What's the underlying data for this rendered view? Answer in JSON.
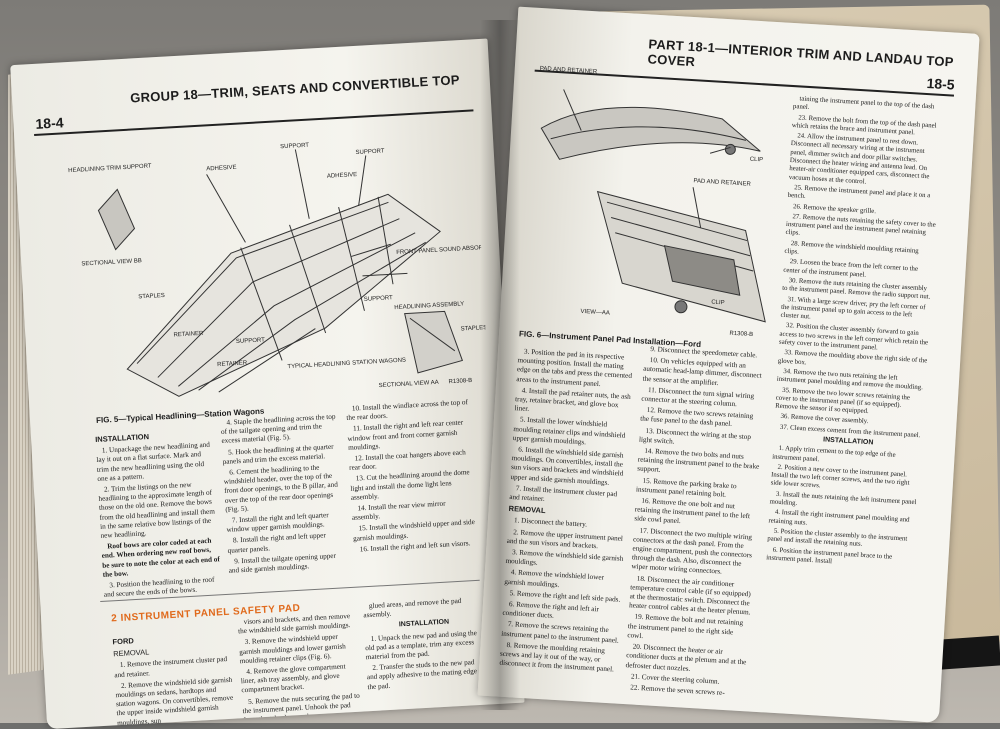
{
  "left_page": {
    "header": "GROUP 18—TRIM, SEATS AND CONVERTIBLE TOP",
    "page_number": "18-4",
    "figure": {
      "labels": [
        "HEADLINING TRIM SUPPORT",
        "ADHESIVE",
        "SUPPORT",
        "SUPPORT",
        "ADHESIVE",
        "SECTIONAL VIEW BB",
        "STAPLES",
        "RETAINER",
        "SUPPORT",
        "RETAINER",
        "FRONT PANEL SOUND ABSORBER",
        "SUPPORT",
        "HEADLINING ASSEMBLY",
        "STAPLES",
        "TYPICAL HEADLINING STATION WAGONS",
        "SECTIONAL VIEW AA",
        "R1308-B"
      ],
      "caption": "FIG. 5—Typical Headlining—Station Wagons"
    },
    "columns": [
      {
        "heading": "INSTALLATION",
        "paragraphs": [
          "1. Unpackage the new headlining and lay it out on a flat surface. Mark and trim the new headlining using the old one as a pattern.",
          "2. Trim the listings on the new headlining to the approximate length of those on the old one. Remove the bows from the old headlining and install them in the same relative bow listings of the new headlining.",
          "Roof bows are color coded at each end. When ordering new roof bows, be sure to note the color at each end of the bow.",
          "3. Position the headlining to the roof and secure the ends of the bows."
        ]
      },
      {
        "paragraphs": [
          "4. Staple the headlining across the top of the tailgate opening and trim the excess material (Fig. 5).",
          "5. Hook the headlining at the quarter panels and trim the excess material.",
          "6. Cement the headlining to the windshield header, over the top of the front door openings, to the B pillar, and over the top of the rear door openings (Fig. 5).",
          "7. Install the right and left quarter window upper garnish mouldings.",
          "8. Install the right and left upper quarter panels.",
          "9. Install the tailgate opening upper and side garnish mouldings."
        ]
      },
      {
        "paragraphs": [
          "10. Install the windlace across the top of the rear doors.",
          "11. Install the right and left rear center window front and front corner garnish mouldings.",
          "12. Install the coat hangers above each rear door.",
          "13. Cut the headlining around the dome light and install the dome light lens assembly.",
          "14. Install the rear view mirror assembly.",
          "15. Install the windshield upper and side garnish mouldings.",
          "16. Install the right and left sun visors."
        ]
      }
    ],
    "section": {
      "title": "2 INSTRUMENT PANEL SAFETY PAD",
      "columns": [
        {
          "heading": "FORD",
          "subheading": "REMOVAL",
          "paragraphs": [
            "1. Remove the instrument cluster pad and retainer.",
            "2. Remove the windshield side garnish mouldings on sedans, hardtops and station wagons. On convertibles, remove the upper inside windshield garnish mouldings, sun"
          ]
        },
        {
          "paragraphs": [
            "visors and brackets, and then remove the windshield side garnish mouldings.",
            "3. Remove the windshield upper garnish mouldings and lower garnish moulding retainer clips (Fig. 6).",
            "4. Remove the glove compartment liner, ash tray assembly, and glove compartment bracket.",
            "5. Remove the nuts securing the pad to the instrument panel. Unhook the pad from the tabs, loosen the"
          ]
        },
        {
          "paragraphs": [
            "glued areas, and remove the pad assembly."
          ],
          "heading": "INSTALLATION",
          "paragraphs_after": [
            "1. Unpack the new pad and using the old pad as a template, trim any excess material from the pad.",
            "2. Transfer the studs to the new pad and apply adhesive to the mating edge of the pad."
          ]
        }
      ]
    }
  },
  "right_page": {
    "header": "PART 18-1—INTERIOR TRIM AND LANDAU TOP COVER",
    "page_number": "18-5",
    "figure": {
      "labels": [
        "PAD AND RETAINER",
        "CLIP",
        "PAD AND RETAINER",
        "CLIP",
        "VIEW—AA",
        "R1308-B"
      ],
      "caption": "FIG. 6—Instrument Panel Pad Installation—Ford"
    },
    "columns": [
      {
        "paragraphs": [
          "3. Position the pad in its respective mounting position. Install the mating edge on the tabs and press the cemented areas to the instrument panel.",
          "4. Install the pad retainer nuts, the ash tray, retainer bracket, and glove box liner.",
          "5. Install the lower windshield moulding retainer clips and windshield upper garnish mouldings.",
          "6. Install the windshield side garnish mouldings. On convertibles, install the sun visors and brackets and windshield upper and side garnish mouldings.",
          "7. Install the instrument cluster pad and retainer.",
          "REMOVAL",
          "1. Disconnect the battery.",
          "2. Remove the upper instrument panel and the sun visors and brackets.",
          "3. Remove the windshield side garnish mouldings.",
          "4. Remove the windshield lower garnish mouldings.",
          "5. Remove the right and left side pads.",
          "6. Remove the right and left air conditioner ducts.",
          "7. Remove the screws retaining the instrument panel to the instrument panel.",
          "8. Remove the moulding retaining screws and lay it out of the way, or disconnect it from the instrument panel."
        ]
      },
      {
        "paragraphs": [
          "9. Disconnect the speedometer cable.",
          "10. On vehicles equipped with an automatic head-lamp dimmer, disconnect the sensor at the amplifier.",
          "11. Disconnect the turn signal wiring connector at the steering column.",
          "12. Remove the two screws retaining the fuse panel to the dash panel.",
          "13. Disconnect the wiring at the stop light switch.",
          "14. Remove the two bolts and nuts retaining the instrument panel to the brake support.",
          "15. Remove the parking brake to instrument panel retaining bolt.",
          "16. Remove the one bolt and nut retaining the instrument panel to the left side cowl panel.",
          "17. Disconnect the two multiple wiring connectors at the dash panel. From the engine compartment, push the connectors through the dash. Also, disconnect the wiper motor wiring connectors.",
          "18. Disconnect the air conditioner temperature control cable (if so equipped) at the thermostatic switch. Disconnect the heater control cables at the heater plenum.",
          "19. Remove the bolt and nut retaining the instrument panel to the right side cowl.",
          "20. Disconnect the heater or air conditioner ducts at the plenum and at the defroster duct nozzles.",
          "21. Cover the steering column.",
          "22. Remove the seven screws re-"
        ]
      },
      {
        "paragraphs": [
          "taining the instrument panel to the top of the dash panel.",
          "23. Remove the bolt from the top of the dash panel which retains the brace and instrument panel.",
          "24. Allow the instrument panel to rest down. Disconnect all necessary wiring at the instrument panel, dimmer switch and door pillar switches. Disconnect the heater wiring and antenna lead. On heater-air conditioner equipped cars, disconnect the vacuum hoses at the control.",
          "25. Remove the instrument panel and place it on a bench.",
          "26. Remove the speaker grille.",
          "27. Remove the nuts retaining the safety cover to the instrument panel and the instrument panel retaining clips.",
          "28. Remove the windshield moulding retaining clips.",
          "29. Loosen the brace from the left corner to the center of the instrument panel.",
          "30. Remove the nuts retaining the cluster assembly to the instrument panel. Remove the radio support nut.",
          "31. With a large screw driver, pry the left corner of the instrument panel up to gain access to the left cluster nut.",
          "32. Position the cluster assembly forward to gain access to two screws in the left corner which retain the safety cover to the instrument panel.",
          "33. Remove the moulding above the right side of the glove box.",
          "34. Remove the two nuts retaining the left instrument panel moulding and remove the moulding.",
          "35. Remove the two lower screws retaining the cover to the instrument panel (if so equipped). Remove the sensor if so equipped.",
          "36. Remove the cover assembly.",
          "37. Clean excess cement from the instrument panel."
        ],
        "heading": "INSTALLATION",
        "paragraphs_after": [
          "1. Apply trim cement to the top edge of the instrument panel.",
          "2. Position a new cover to the instrument panel. Install the two left corner screws, and the two right side lower screws.",
          "3. Install the nuts retaining the left instrument panel moulding.",
          "4. Install the right instrument panel moulding and retaining nuts.",
          "5. Position the cluster assembly to the instrument panel and install the retaining nuts.",
          "6. Position the instrument panel brace to the instrument panel. Install"
        ]
      }
    ]
  }
}
